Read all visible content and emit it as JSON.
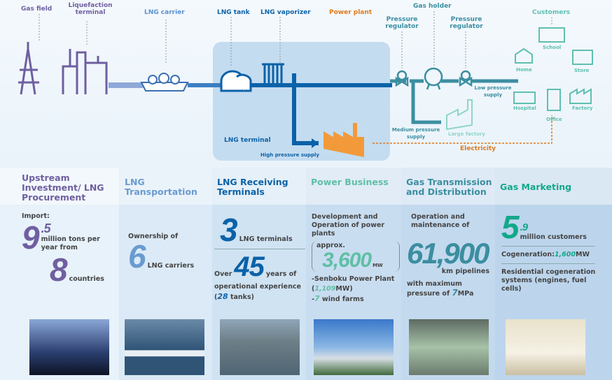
{
  "diagram": {
    "gas_field": "Gas field",
    "liquefaction_terminal": "Liquefaction terminal",
    "lng_carrier": "LNG carrier",
    "lng_tank": "LNG tank",
    "lng_vaporizer": "LNG vaporizer",
    "power_plant": "Power plant",
    "pressure_regulator_1": "Pressure regulator",
    "gas_holder": "Gas holder",
    "pressure_regulator_2": "Pressure regulator",
    "customers": "Customers",
    "school": "School",
    "home": "Home",
    "store": "Store",
    "hospital": "Hospital",
    "office": "Office",
    "factory": "Factory",
    "low_pressure_supply": "Low pressure supply",
    "medium_pressure_supply": "Medium pressure supply",
    "large_factory": "Large factory",
    "lng_terminal": "LNG terminal",
    "high_pressure_supply": "High pressure supply",
    "electricity": "Electricity"
  },
  "colors": {
    "upstream": "#6f5fa0",
    "transport": "#6a9bd0",
    "receiving": "#0b62a8",
    "power": "#5fbfa6",
    "transmission": "#3b8ea0",
    "marketing": "#13a88a",
    "orange": "#e07a1c"
  },
  "sections": {
    "upstream": {
      "title": "Upstream Investment/ LNG Procurement",
      "import": "Import:",
      "num_int": "9",
      "num_dec": ".5",
      "unit": "million tons per year from",
      "countries_num": "8",
      "countries": "countries"
    },
    "transport": {
      "title": "LNG Transportation",
      "ownership": "Ownership of",
      "num": "6",
      "unit": "LNG carriers"
    },
    "receiving": {
      "title": "LNG Receiving Terminals",
      "num": "3",
      "unit": "LNG terminals",
      "over": "Over",
      "years_num": "45",
      "years": "years of",
      "experience": "operational experience",
      "tanks_open": "(",
      "tanks_num": "28",
      "tanks": "tanks)"
    },
    "power": {
      "title": "Power Business",
      "desc": "Development and Operation of power plants",
      "approx": "approx.",
      "num": "3,600",
      "mw": "MW",
      "senboku": "-Senboku Power Plant",
      "senboku_open": "(",
      "senboku_num": "1,109",
      "senboku_mw": "MW)",
      "wind_dash": "-",
      "wind_num": "7",
      "wind": "wind farms"
    },
    "transmission": {
      "title": "Gas Transmission and Distribution",
      "desc": "Operation and maintenance of",
      "num": "61,900",
      "unit": "km pipelines",
      "pressure": "with maximum pressure of",
      "pressure_num": "7",
      "pressure_unit": "MPa"
    },
    "marketing": {
      "title": "Gas Marketing",
      "num_int": "5",
      "num_dec": ".9",
      "unit": "million customers",
      "cogen": "Cogeneration:",
      "cogen_num": "1,600",
      "cogen_unit": "MW",
      "residential": "Residential cogeneration systems (engines, fuel cells)"
    }
  }
}
